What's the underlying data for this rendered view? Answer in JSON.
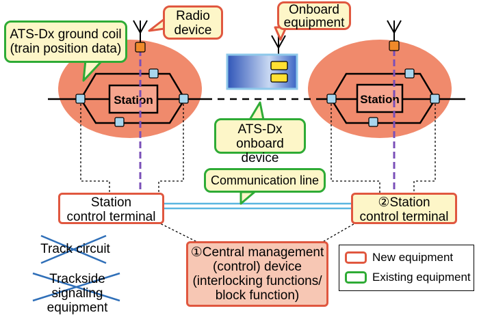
{
  "callouts": {
    "ground_coil": [
      "ATS-Dx ground coil",
      "(train position data)"
    ],
    "radio": [
      "Radio",
      "device"
    ],
    "onboard_equipment": [
      "Onboard",
      "equipment"
    ],
    "onboard_device": [
      "ATS-Dx",
      "onboard device"
    ],
    "communication_line": "Communication line"
  },
  "stations": {
    "left_label": "Station",
    "right_label": "Station"
  },
  "terminals": {
    "left": [
      "Station",
      "control terminal"
    ],
    "right": [
      "②Station",
      "control terminal"
    ]
  },
  "central": [
    "①Central management",
    "(control) device",
    "(interlocking functions/",
    "block function)"
  ],
  "removed": {
    "track_circuit": "Track circuit",
    "trackside": [
      "Trackside signaling",
      "equipment"
    ]
  },
  "legend": {
    "new": "New equipment",
    "existing": "Existing equipment",
    "new_color": "#e0573f",
    "existing_color": "#2eab35"
  },
  "colors": {
    "station_area": "#f08a6c",
    "coil": "#a8d6ee",
    "radio": "#f08a2a",
    "callout_fill": "#fdf6c8",
    "central_fill": "#f7c7b4",
    "comm_line": "#5ab6e0",
    "radio_line": "#7a4fb8"
  }
}
